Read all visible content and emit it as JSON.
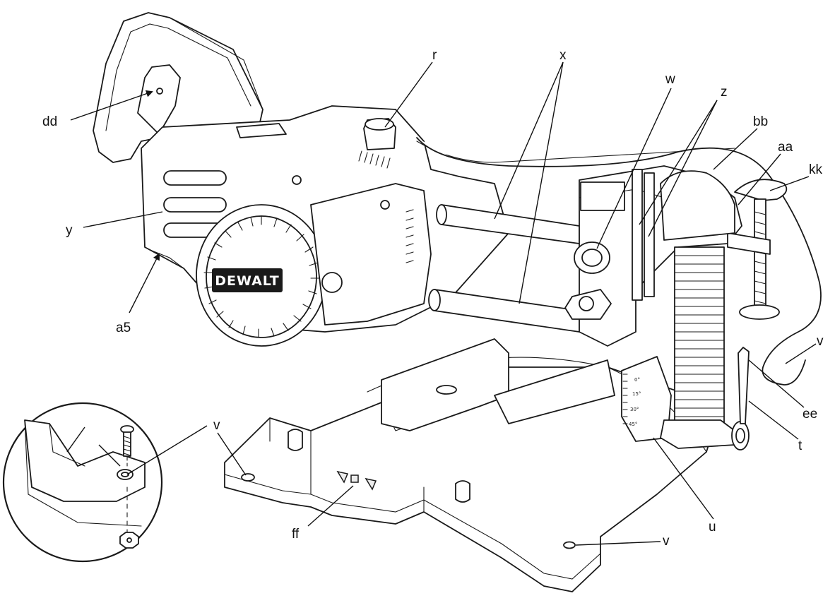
{
  "figure": {
    "brand_logo": "DEWALT",
    "bevel_scale_marks": [
      "0°",
      "15°",
      "30°",
      "45°"
    ],
    "labels": [
      {
        "id": "dd",
        "text": "dd"
      },
      {
        "id": "r",
        "text": "r"
      },
      {
        "id": "x",
        "text": "x"
      },
      {
        "id": "w",
        "text": "w"
      },
      {
        "id": "z",
        "text": "z"
      },
      {
        "id": "bb",
        "text": "bb"
      },
      {
        "id": "aa",
        "text": "aa"
      },
      {
        "id": "kk",
        "text": "kk"
      },
      {
        "id": "y",
        "text": "y"
      },
      {
        "id": "a5",
        "text": "a5"
      },
      {
        "id": "v1",
        "text": "v"
      },
      {
        "id": "ee",
        "text": "ee"
      },
      {
        "id": "t",
        "text": "t"
      },
      {
        "id": "v2",
        "text": "v"
      },
      {
        "id": "u",
        "text": "u"
      },
      {
        "id": "v3",
        "text": "v"
      },
      {
        "id": "ff",
        "text": "ff"
      }
    ]
  }
}
